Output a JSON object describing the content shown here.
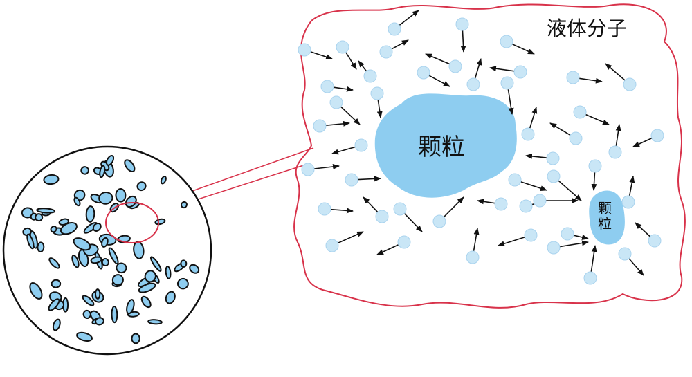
{
  "labels": {
    "liquid_molecules": "液体分子",
    "big_particle": "颗粒",
    "small_particle_line1": "颗",
    "small_particle_line2": "粒"
  },
  "colors": {
    "particle": "#8ecdf0",
    "molecule": "#c9e6f6",
    "bubble_outline": "#d8324a",
    "arrow": "#111111"
  }
}
